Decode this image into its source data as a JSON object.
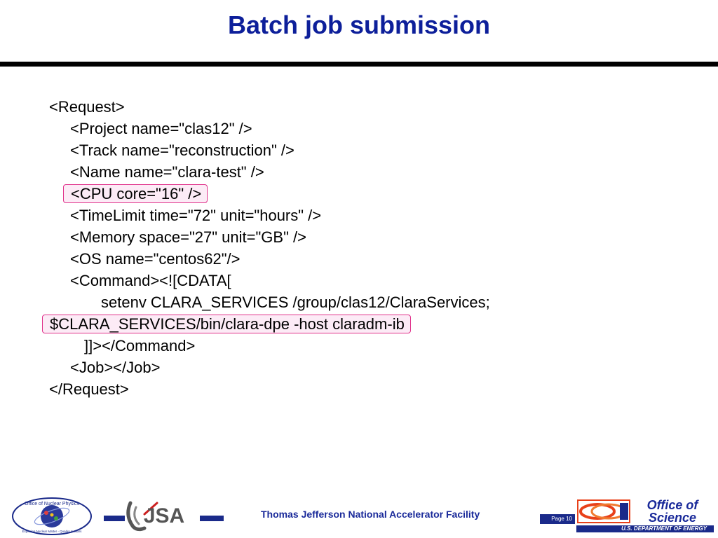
{
  "slide": {
    "title": "Batch job submission",
    "code_lines": [
      {
        "text": "<Request>",
        "indent": 0,
        "highlight": false
      },
      {
        "text": "<Project name=\"clas12\" />",
        "indent": 30,
        "highlight": false
      },
      {
        "text": "<Track name=\"reconstruction\" />",
        "indent": 30,
        "highlight": false
      },
      {
        "text": "<Name name=\"clara-test\" />",
        "indent": 30,
        "highlight": false
      },
      {
        "text": "<CPU core=\"16\" />",
        "indent": 30,
        "highlight": true
      },
      {
        "text": "<TimeLimit time=\"72\" unit=\"hours\" />",
        "indent": 30,
        "highlight": false
      },
      {
        "text": "<Memory space=\"27\" unit=\"GB\" />",
        "indent": 30,
        "highlight": false
      },
      {
        "text": "<OS name=\"centos62\"/>",
        "indent": 30,
        "highlight": false
      },
      {
        "text": "<Command><![CDATA[",
        "indent": 30,
        "highlight": false
      },
      {
        "text": "setenv CLARA_SERVICES /group/clas12/ClaraServices;",
        "indent": 74,
        "highlight": false
      },
      {
        "text": "$CLARA_SERVICES/bin/clara-dpe -host claradm-ib",
        "indent": 0,
        "highlight": true
      },
      {
        "text": "]]></Command>",
        "indent": 50,
        "highlight": false
      },
      {
        "text": "<Job></Job>",
        "indent": 30,
        "highlight": false
      },
      {
        "text": "</Request>",
        "indent": 0,
        "highlight": false
      }
    ]
  },
  "footer": {
    "facility": "Thomas Jefferson National Accelerator Facility",
    "page_label": "Page 10",
    "office_logo_text": "Office of Nuclear Physics",
    "office_logo_tagline": "Exploring Nuclear Matter - Quarks to Stars",
    "jsa_text": "JSA",
    "science_line1": "Office of",
    "science_line2": "Science",
    "doe_text": "U.S. DEPARTMENT OF ENERGY"
  },
  "colors": {
    "title": "#0d1f9a",
    "highlight_border": "#e0308a",
    "highlight_fill": "#fcebf6",
    "footer_blue": "#1a2a8a",
    "science_red": "#e8401a"
  }
}
